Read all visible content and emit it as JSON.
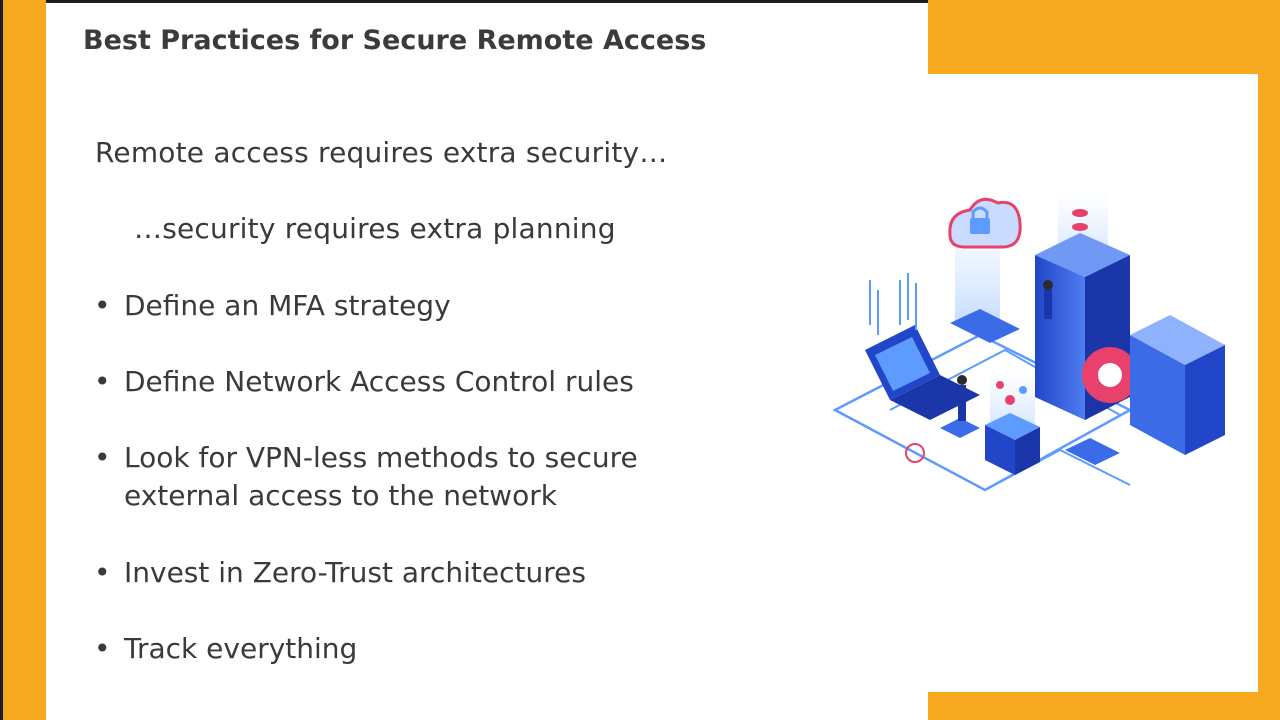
{
  "slide": {
    "title": "Best Practices for Secure Remote Access",
    "intro_line_1": "Remote access requires extra security…",
    "intro_line_2": "…security requires extra planning",
    "bullet_glyph": "•",
    "bullets": [
      {
        "lines": [
          "Define an MFA strategy"
        ]
      },
      {
        "lines": [
          "Define Network Access Control rules"
        ]
      },
      {
        "lines": [
          "Look for VPN-less methods to secure",
          "external access to the network"
        ]
      },
      {
        "lines": [
          "Invest in Zero-Trust architectures"
        ]
      },
      {
        "lines": [
          "Track everything"
        ]
      }
    ]
  },
  "illustration": {
    "icon": "isometric-network-security-illustration"
  },
  "colors": {
    "accent": "#F6A91E",
    "frame": "#1D1D1D",
    "slide_bg": "#FFFFFF",
    "text": "#3A3A3A",
    "illustration_blue": "#2F5FD8",
    "illustration_pink": "#E8416B"
  }
}
